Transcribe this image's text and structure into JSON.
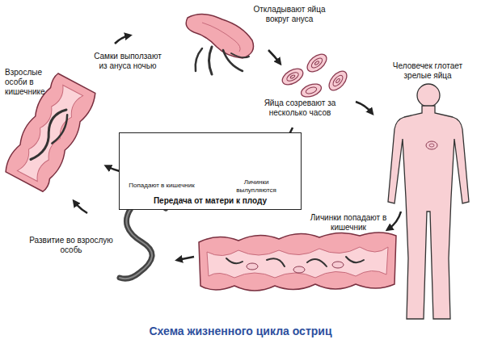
{
  "diagram": {
    "title": "Схема жизненного цикла остриц",
    "nodes": [
      {
        "text": [
          "Попадают в кишечник",
          "Личинки вылупляются",
          "Передача от матери к плоду"
        ]
      }
    ],
    "labels": [
      "Откладывают яйца вокруг ануса",
      "Самки выползают из ануса ночью",
      "Взрослые особи в кишечнике",
      "Яйца созревают за несколько часов",
      "Человечек глотает зрелые яйца",
      "Личинки попадают в кишечник",
      "Развитие во взрослую особь"
    ]
  }
}
